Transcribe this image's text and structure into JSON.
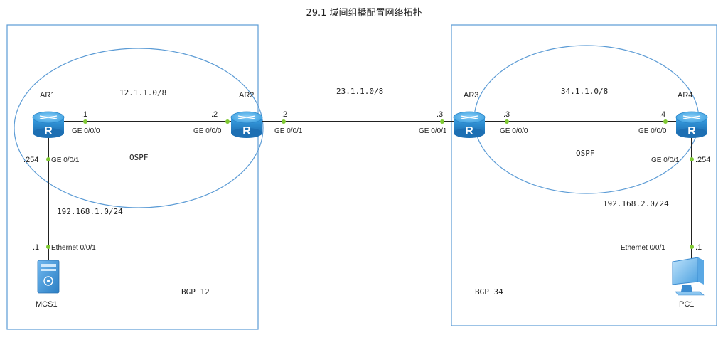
{
  "title": "29.1 域间组播配置网络拓扑",
  "colors": {
    "link": "#222222",
    "port_dot": "#7ec832",
    "domain_border": "#5b9bd5",
    "ospf_ellipse": "#5b9bd5",
    "router_body": "#2b8fd1"
  },
  "routers": [
    {
      "name": "AR1",
      "icon": "router-icon"
    },
    {
      "name": "AR2",
      "icon": "router-icon"
    },
    {
      "name": "AR3",
      "icon": "router-icon"
    },
    {
      "name": "AR4",
      "icon": "router-icon"
    }
  ],
  "hosts": [
    {
      "name": "MCS1",
      "icon": "server-icon"
    },
    {
      "name": "PC1",
      "icon": "pc-icon"
    }
  ],
  "networks": {
    "ar1_ar2": "12.1.1.0/8",
    "ar2_ar3": "23.1.1.0/8",
    "ar3_ar4": "34.1.1.0/8",
    "lan_left": "192.168.1.0/24",
    "lan_right": "192.168.2.0/24"
  },
  "areas": {
    "left_ospf": "OSPF",
    "right_ospf": "OSPF"
  },
  "domains": {
    "left": "BGP 12",
    "right": "BGP 34"
  },
  "interfaces": {
    "ar1_g000": "GE 0/0/0",
    "ar1_g000_ip": ".1",
    "ar2_g000": "GE 0/0/0",
    "ar2_g000_ip": ".2",
    "ar2_g001": "GE 0/0/1",
    "ar2_g001_ip": ".2",
    "ar3_g001": "GE 0/0/1",
    "ar3_g001_ip": ".3",
    "ar3_g000": "GE 0/0/0",
    "ar3_g000_ip": ".3",
    "ar4_g000": "GE 0/0/0",
    "ar4_g000_ip": ".4",
    "ar1_g001": "GE 0/0/1",
    "ar1_g001_ip": ".254",
    "mcs_eth": "Ethernet 0/0/1",
    "mcs_eth_ip": ".1",
    "ar4_g001": "GE 0/0/1",
    "ar4_g001_ip": ".254",
    "pc_eth": "Ethernet 0/0/1",
    "pc_eth_ip": ".1"
  }
}
